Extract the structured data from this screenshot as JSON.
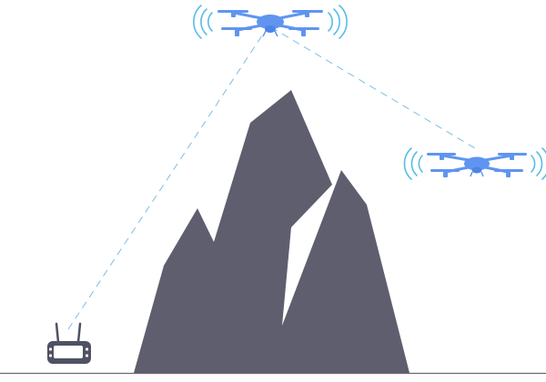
{
  "scene": {
    "mountain_color": "#5f5e6f",
    "drone_color": "#5f95f0",
    "drone_dark_color": "#4e84e6",
    "signal_color": "#58bde6",
    "link_color": "#7bbfe7",
    "ground_color": "#6a6a6a",
    "controller_color": "#4e5262",
    "controller_screen_color": "#ffffff"
  },
  "elements": {
    "relay_drone": {
      "icon": "drone-icon",
      "role": "relay"
    },
    "remote_drone": {
      "icon": "drone-icon",
      "role": "remote"
    },
    "controller": {
      "icon": "remote-controller-icon"
    },
    "mountain": {
      "icon": "mountain-icon"
    },
    "links": [
      {
        "from": "controller",
        "to": "relay_drone",
        "style": "dashed"
      },
      {
        "from": "relay_drone",
        "to": "remote_drone",
        "style": "dashed"
      }
    ]
  }
}
